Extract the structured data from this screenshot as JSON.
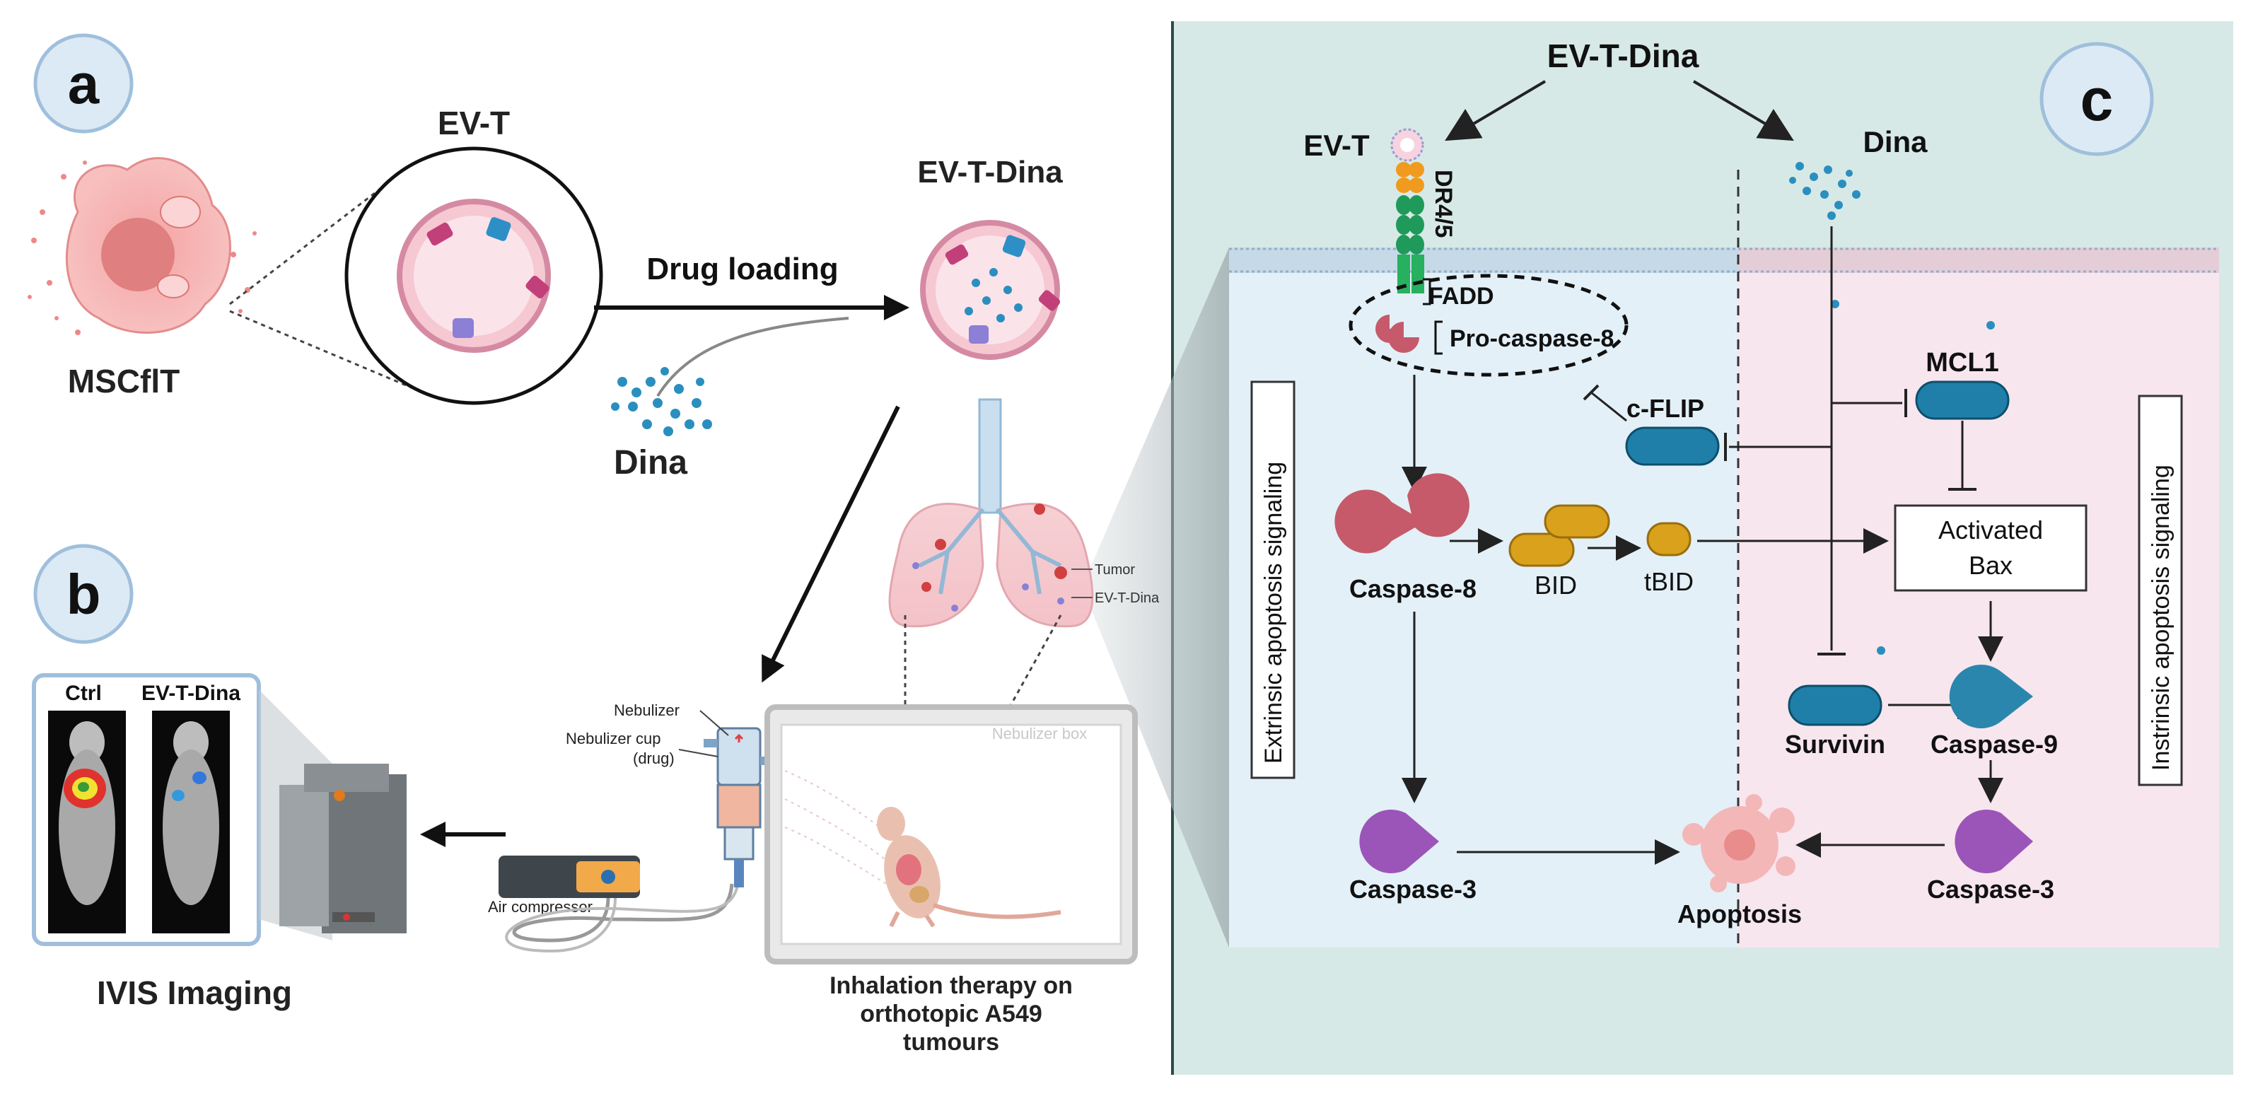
{
  "panel_a": {
    "label": "a",
    "cell_label": "MSCflT",
    "ev_label": "EV-T",
    "drug_loading": "Drug loading",
    "dina_label": "Dina",
    "ev_t_dina_label": "EV-T-Dina"
  },
  "panel_b": {
    "label": "b",
    "ctrl_label": "Ctrl",
    "treated_label": "EV-T-Dina",
    "imaging_label": "IVIS Imaging",
    "tumor_label": "Tumor",
    "ev_label": "EV-T-Dina",
    "nebulizer_label": "Nebulizer",
    "nebulizer_cup_line1": "Nebulizer cup",
    "nebulizer_cup_line2": "(drug)",
    "nebulizer_box_label": "Nebulizer box",
    "air_compressor_label": "Air compressor",
    "therapy_line1": "Inhalation therapy on",
    "therapy_line2": "orthotopic A549",
    "therapy_line3": "tumours"
  },
  "panel_c": {
    "label": "c",
    "top": "EV-T-Dina",
    "ev_t": "EV-T",
    "dina": "Dina",
    "dr45": "DR4/5",
    "fadd": "FADD",
    "procasp8": "Pro-caspase-8",
    "cflip": "c-FLIP",
    "mcl1": "MCL1",
    "activated_bax_line1": "Activated",
    "activated_bax_line2": "Bax",
    "caspase8": "Caspase-8",
    "bid": "BID",
    "tbid": "tBID",
    "survivin": "Survivin",
    "caspase9": "Caspase-9",
    "caspase3_left": "Caspase-3",
    "caspase3_right": "Caspase-3",
    "apoptosis": "Apoptosis",
    "extrinsic": "Extrinsic apoptosis signaling",
    "intrinsic": "Instrinsic apoptosis signaling"
  },
  "colors": {
    "panel_c_bg": "#d7e9e6",
    "extrinsic_bg": "#e3f0f8",
    "intrinsic_bg": "#f8e6ee",
    "caspase8": "#c65a6a",
    "caspase3": "#9b55b8",
    "caspase9": "#2b86ad",
    "bid": "#d9a11c",
    "blue_protein": "#1f7fa8",
    "dina_dots": "#2a8fbf",
    "receptor": "#1f9a5a"
  }
}
